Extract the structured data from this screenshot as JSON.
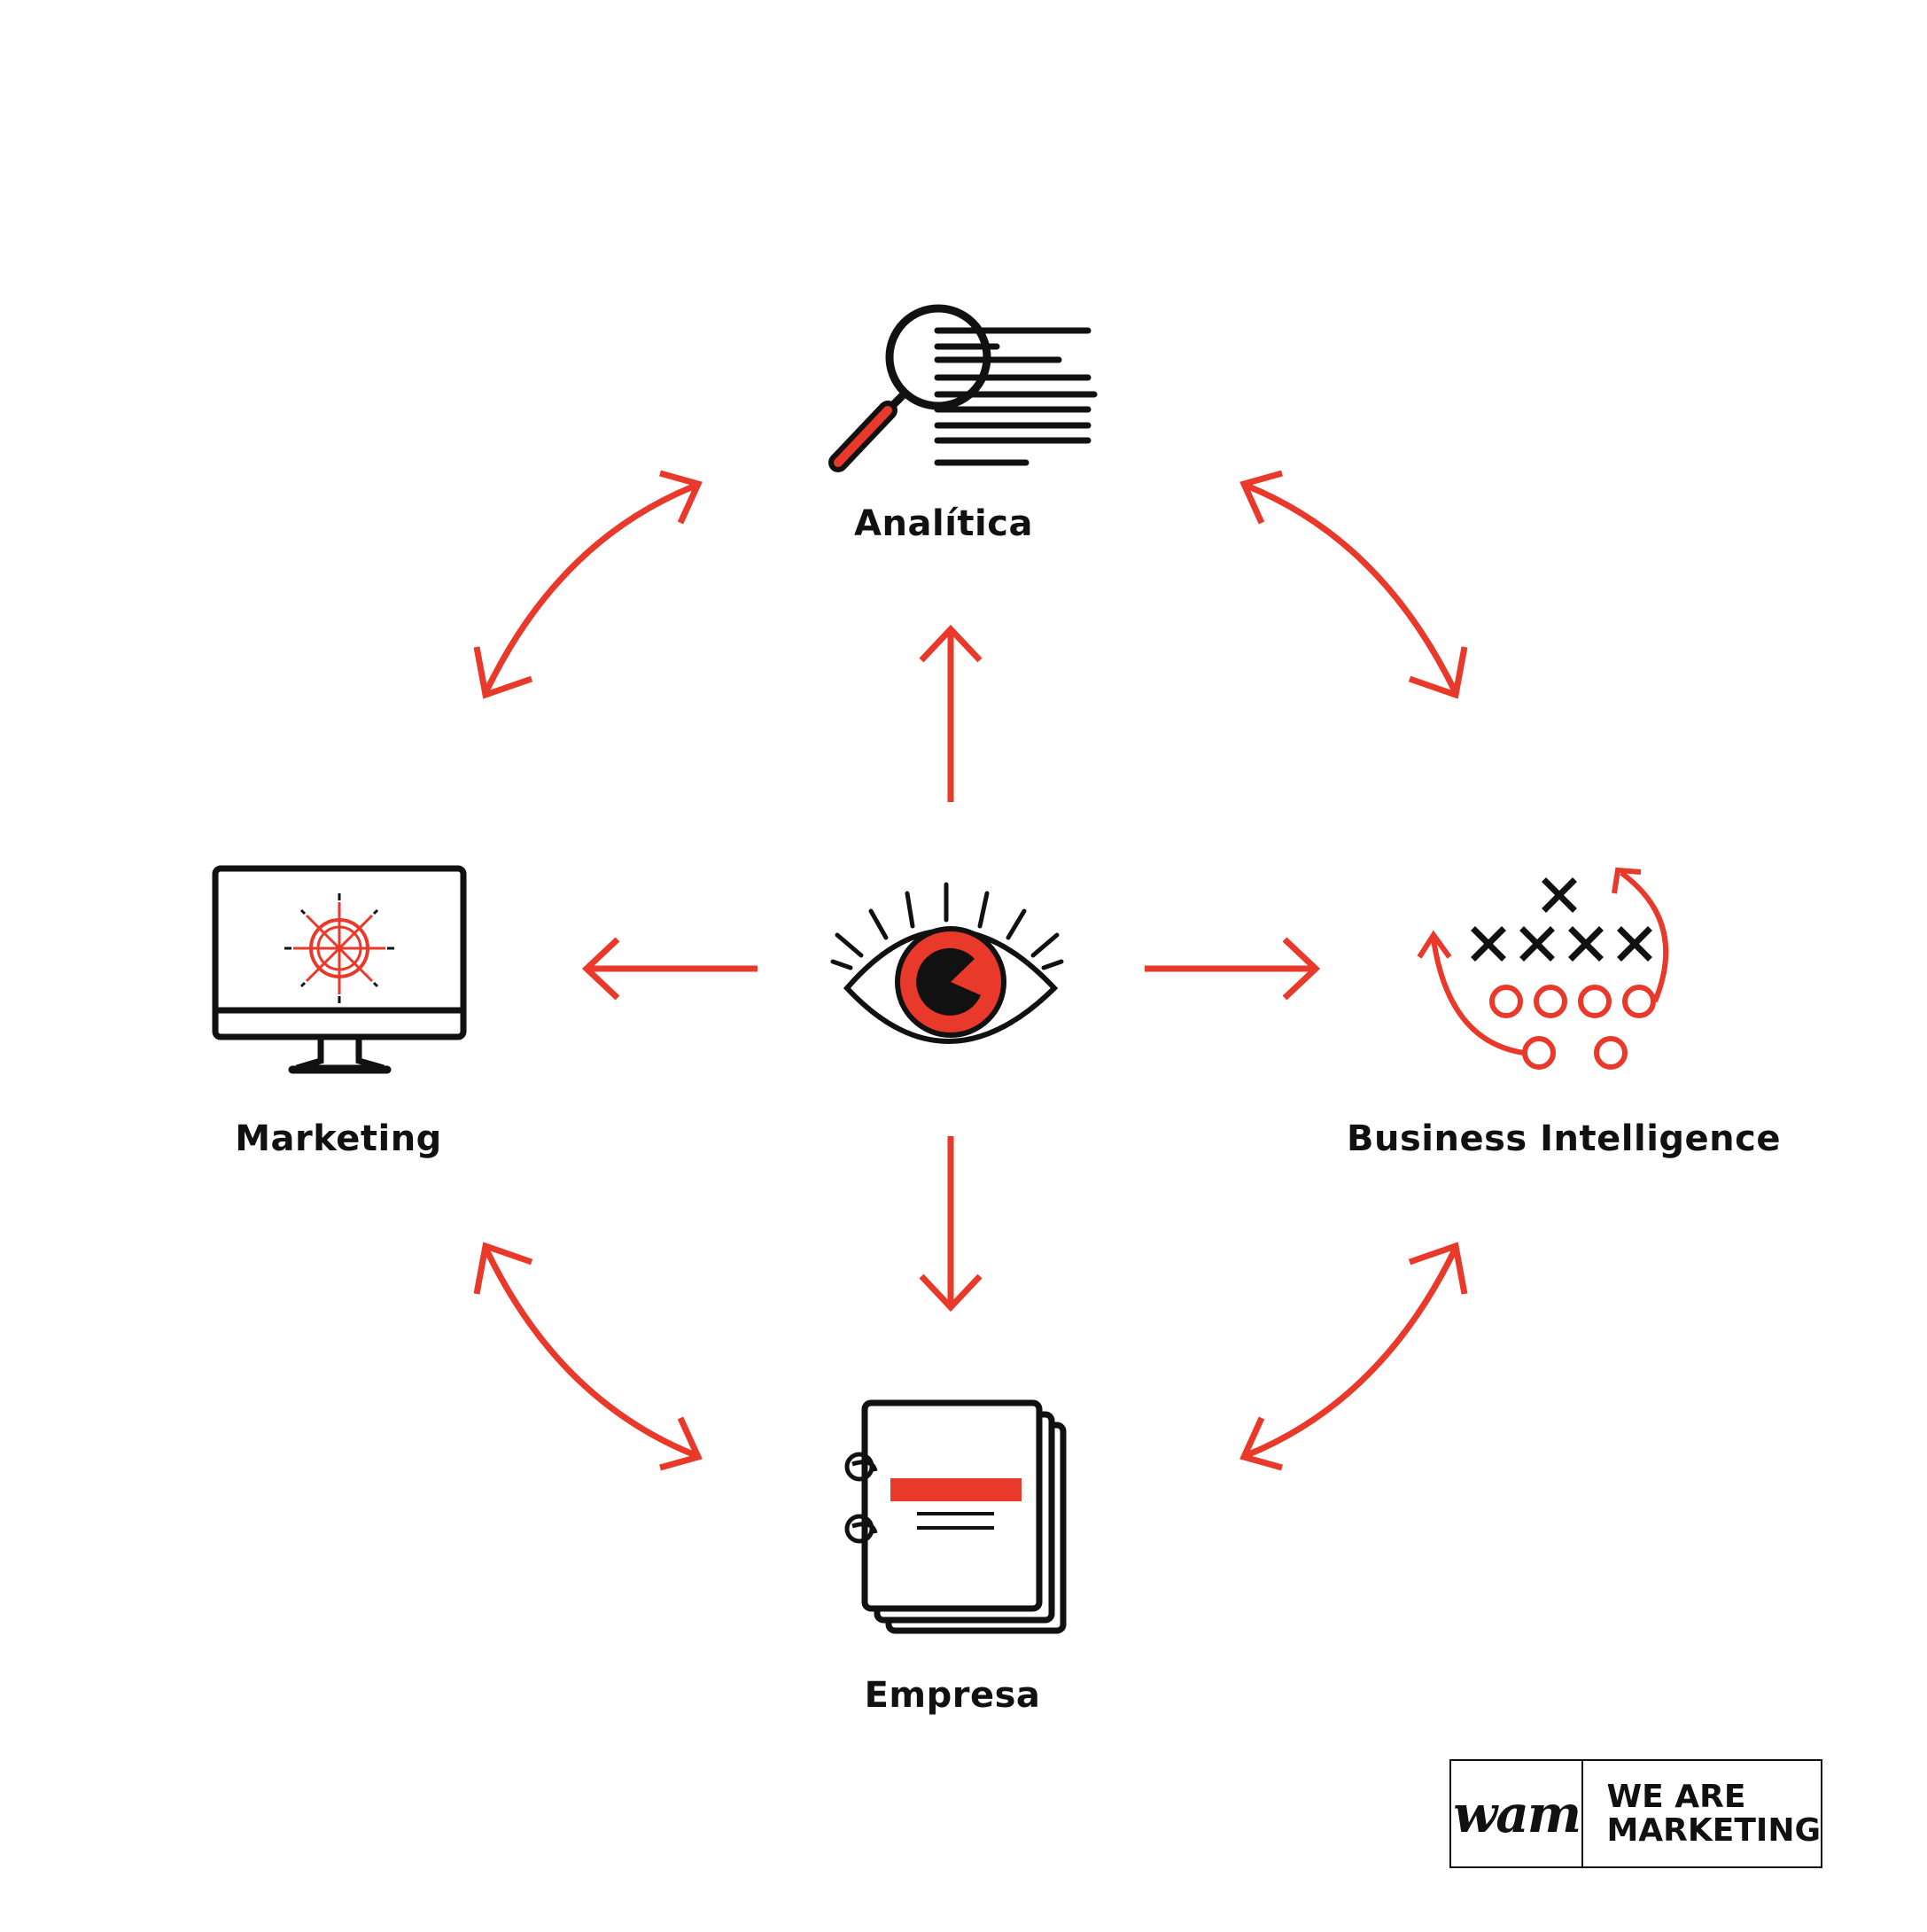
{
  "nodes": {
    "analitica": "Analítica",
    "marketing": "Marketing",
    "business_intelligence": "Business Intelligence",
    "empresa": "Empresa"
  },
  "logo": {
    "mark": "wam",
    "line1": "WE ARE",
    "line2": "MARKETING"
  },
  "colors": {
    "accent": "#E8392A",
    "ink": "#111111"
  },
  "icons": [
    "magnifier-document-icon",
    "eye-icon",
    "monitor-ship-wheel-icon",
    "play-strategy-icon",
    "notebook-stack-icon"
  ]
}
